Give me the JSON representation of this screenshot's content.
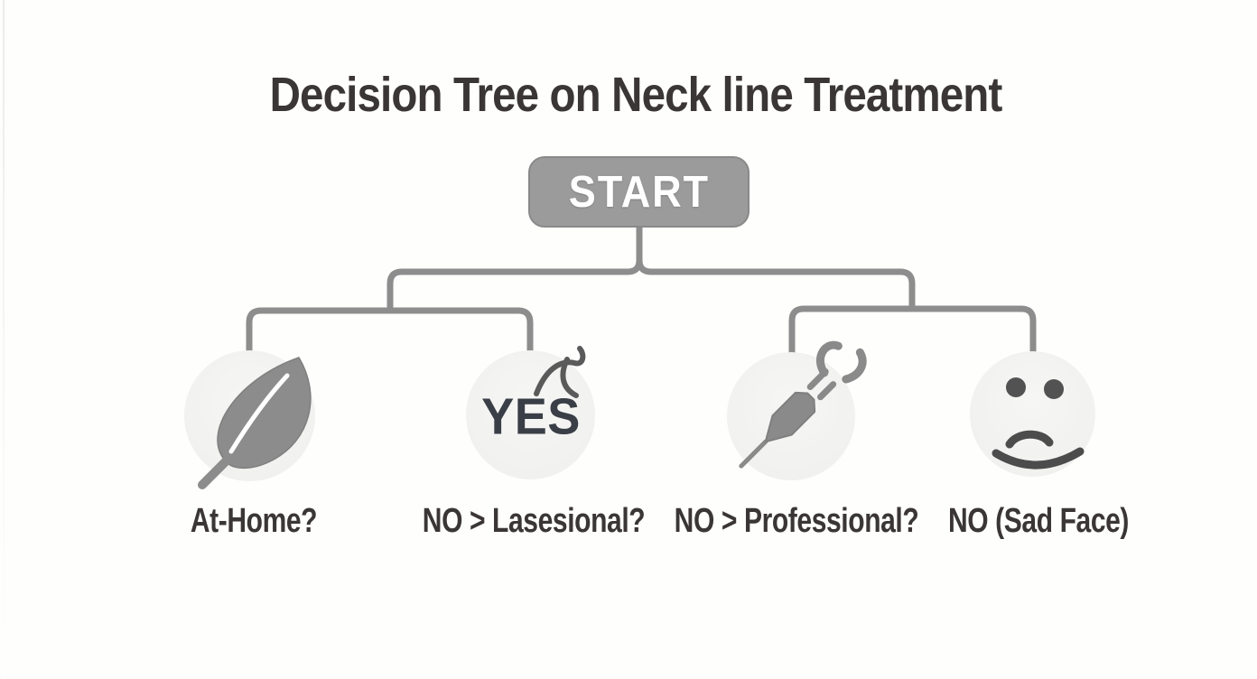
{
  "title": "Decision Tree on Neck line Treatment",
  "start": {
    "label": "START"
  },
  "branches": [
    {
      "icon": "leaf-icon",
      "circle_text": "",
      "label": "At-Home?"
    },
    {
      "icon": "squiggle-icon",
      "circle_text": "YES",
      "label": "NO > Lasesional?"
    },
    {
      "icon": "syringe-icon",
      "circle_text": "",
      "label": "NO > Professional?"
    },
    {
      "icon": "sad-face-icon",
      "circle_text": "",
      "label": "NO (Sad Face)"
    }
  ],
  "colors": {
    "background": "#FEFEFD",
    "title_text": "#3B3636",
    "label_text": "#3B3636",
    "connector_gray": "#8D8D8D",
    "start_fill": "#9B9B9B",
    "start_border": "#898989",
    "start_text": "#FFFFFF",
    "circle_fill": "#F1F1EF",
    "icon_gray": "#8B8B8B",
    "leaf_vein_white": "#FFFFFF",
    "face_dark": "#525252",
    "yes_text": "#3A3E46"
  }
}
